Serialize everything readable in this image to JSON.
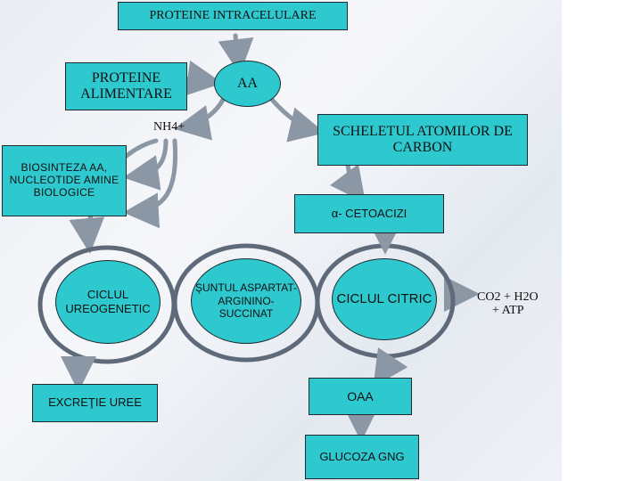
{
  "nodes": {
    "proteine_intracelulare": "PROTEINE INTRACELULARE",
    "proteine_alimentare": "PROTEINE ALIMENTARE",
    "aa": "AA",
    "nh4": "NH4+",
    "scheletul": "SCHELETUL ATOMILOR DE CARBON",
    "biosinteza": "BIOSINTEZA AA, NUCLEOTIDE AMINE BIOLOGICE",
    "cetoacizi": "α- CETOACIZI",
    "ciclul_ureogenetic": "CICLUL UREOGENETIC",
    "suntul": "ŞUNTUL ASPARTAT-ARGININO-SUCCINAT",
    "ciclul_citric": "CICLUL CITRIC",
    "co2_h2o": "CO2 + H2O",
    "atp": "+ ATP",
    "excretie": "EXCREŢIE UREE",
    "oaa": "OAA",
    "glucoza": "GLUCOZA GNG"
  },
  "colors": {
    "node_fill": "#2ec8cf",
    "outline": "#1f2a30",
    "arrow": "#8c97a6",
    "ring": "#5e6a7a"
  }
}
